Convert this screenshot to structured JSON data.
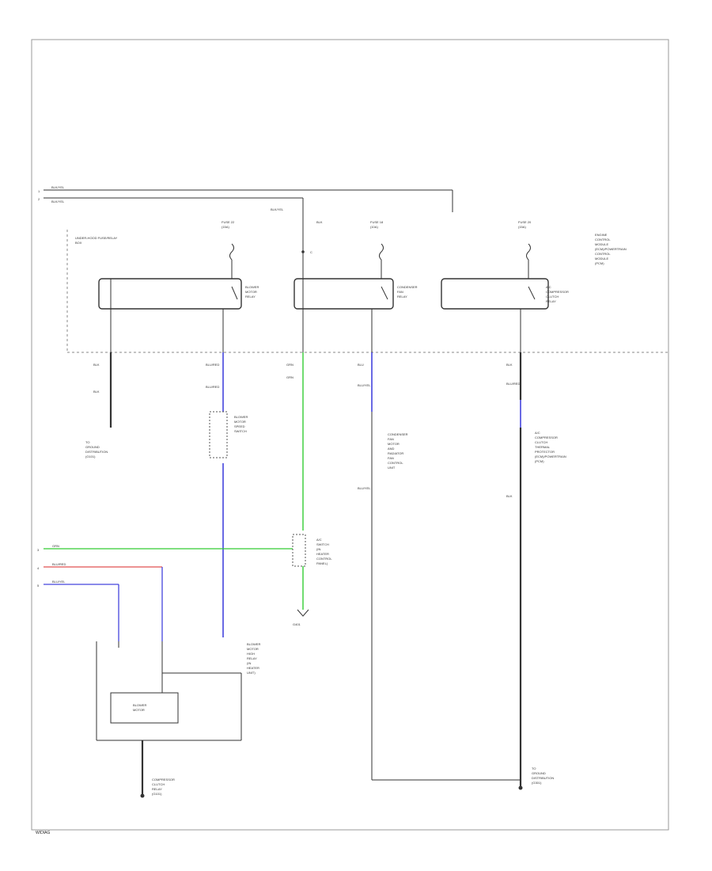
{
  "diagram": {
    "page_label": "W/DIAG",
    "top_feed": {
      "wire_1": "BLK/YEL",
      "wire_2": "BLK/YEL",
      "tags": [
        "1",
        "2"
      ]
    },
    "main_unit_label": [
      "UNDER-HOOD FUSE/RELAY",
      "BOX"
    ],
    "right_unit_label": [
      "ENGINE",
      "CONTROL",
      "MODULE",
      "(ECM)/POWERTRAIN",
      "CONTROL",
      "MODULE",
      "(PCM)"
    ],
    "fuses": [
      {
        "label": [
          "FUSE 22",
          "(15A)"
        ]
      },
      {
        "label": [
          "FUSE 18",
          "(10A)"
        ]
      },
      {
        "label": [
          "FUSE 20",
          "(15A)"
        ]
      }
    ],
    "relays": [
      {
        "label": [
          "BLOWER",
          "MOTOR",
          "RELAY"
        ]
      },
      {
        "label": [
          "CONDENSER",
          "FAN",
          "RELAY"
        ]
      },
      {
        "label": [
          "A/C",
          "COMPRESSOR",
          "CLUTCH",
          "RELAY"
        ]
      }
    ],
    "center_branch": {
      "labels": [
        "BLK/YEL",
        "BLK"
      ],
      "splice": "C"
    },
    "wire_labels": {
      "w1_top": "BLK",
      "w1_bot": "BLK",
      "w2_top": "BLU/RED",
      "w2_mid": "BLU/RED",
      "w3_top": "GRN",
      "w3_mid": "GRN",
      "w4_top": "BLU",
      "w4_mid": "BLU/YEL",
      "w4_low": "BLU/YEL",
      "w5_top": "BLK",
      "w5_mid": "BLU/RED",
      "w5_low": "BLK"
    },
    "left_ground_label": [
      "TO",
      "GROUND",
      "DISTRIBUTION",
      "(G101)"
    ],
    "blower_switch_label": [
      "BLOWER",
      "MOTOR",
      "SPEED",
      "SWITCH"
    ],
    "condenser_fan_label": [
      "CONDENSER",
      "FAN",
      "MOTOR",
      "AND",
      "RADIATOR",
      "FAN",
      "CONTROL",
      "UNIT"
    ],
    "ac_clutch_label": [
      "A/C",
      "COMPRESSOR",
      "CLUTCH",
      "THERMAL",
      "PROTECTOR",
      "(ECM)/POWERTRAIN",
      "(PCM)"
    ],
    "left_feeds": [
      {
        "tag": "3",
        "wire": "GRN",
        "color": "#33cc33"
      },
      {
        "tag": "4",
        "wire": "BLU/RED",
        "color": "#e05050"
      },
      {
        "tag": "5",
        "wire": "BLU/YEL",
        "color": "#4444dd"
      }
    ],
    "ac_switch_label": [
      "A/C",
      "SWITCH",
      "(IN",
      "HEATER",
      "CONTROL",
      "PANEL)"
    ],
    "ground_g": "G401",
    "lower_module_label": [
      "BLOWER",
      "MOTOR",
      "HIGH",
      "RELAY",
      "(IN",
      "HEATER",
      "UNIT)"
    ],
    "bottom_box_label": [
      "BLOWER",
      "MOTOR"
    ],
    "bottom_left_label": [
      "COMPRESSOR",
      "CLUTCH",
      "RELAY",
      "(G101)"
    ],
    "bottom_right_label": [
      "TO",
      "GROUND",
      "DISTRIBUTION",
      "(G301)"
    ],
    "colors": {
      "green": "#33cc33",
      "red": "#e05050",
      "blue": "#4444dd",
      "line": "#333333"
    }
  }
}
